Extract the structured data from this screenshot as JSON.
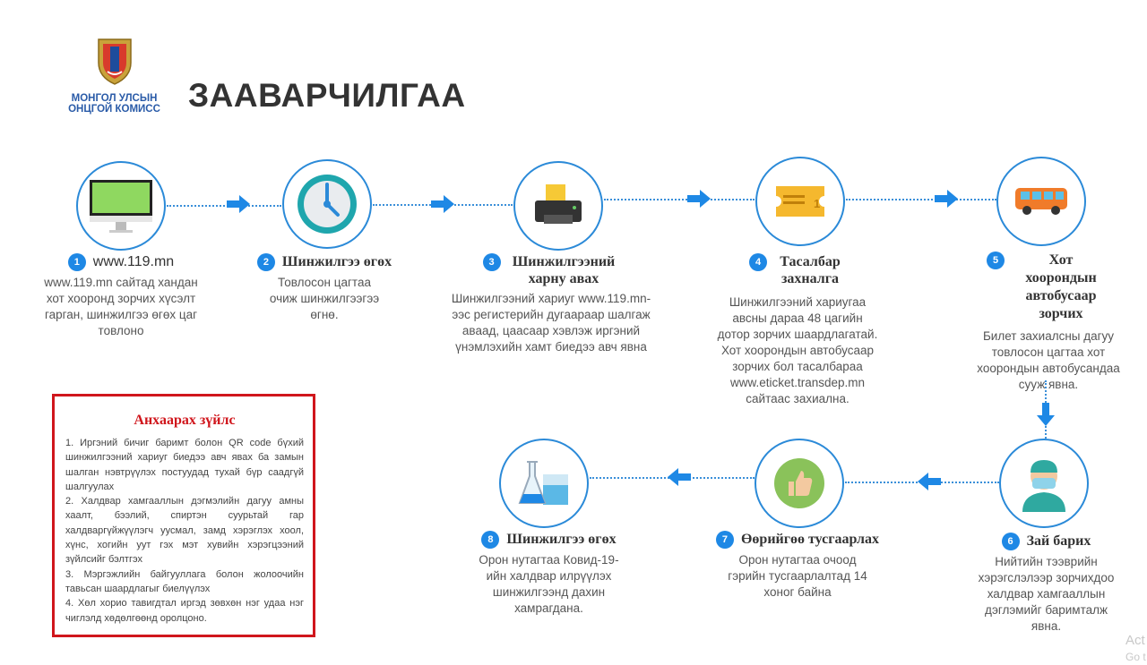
{
  "header": {
    "logo_text_line1": "МОНГОЛ УЛСЫН",
    "logo_text_line2": "ОНЦГОЙ КОМИСС",
    "title": "ЗААВАРЧИЛГАА"
  },
  "colors": {
    "accent": "#1e88e5",
    "circle_border": "#2b8ad8",
    "notice_red": "#d0161c",
    "title": "#333333"
  },
  "steps": [
    {
      "number": "1",
      "icon": "computer-monitor-icon",
      "title": "www.119.mn",
      "description": "www.119.mn сайтад хандан хот хооронд зорчих хүсэлт гарган, шинжилгээ өгөх цаг товлоно"
    },
    {
      "number": "2",
      "icon": "clock-icon",
      "title": "Шинжилгээ өгөх",
      "description": "Товлосон цагтаа очиж шинжилгээгээ өгнө."
    },
    {
      "number": "3",
      "icon": "printer-icon",
      "title": "Шинжилгээний харну авах",
      "description": "Шинжилгээний хариуг www.119.mn-ээс регистерийн дугаараар шалгаж аваад, цаасаар хэвлэж иргэний үнэмлэхийн хамт биедээ авч явна"
    },
    {
      "number": "4",
      "icon": "ticket-icon",
      "title": "Тасалбар захналга",
      "description": "Шинжилгээний хариугаа авсны дараа 48 цагийн дотор зорчих шаардлагатай. Хот хоорондын автобусаар зорчих бол тасалбараа www.eticket.transdep.mn сайтаас захиална."
    },
    {
      "number": "5",
      "icon": "bus-icon",
      "title": "Хот хоорондын автобусаар зорчих",
      "description": "Билет захиалсны дагуу товлосон цагтаа хот хоорондын автобусандаа сууж явна."
    },
    {
      "number": "6",
      "icon": "doctor-mask-icon",
      "title": "Зай барих",
      "description": "Нийтийн тээврийн хэрэгслэлээр зорчихдоо халдвар хамгааллын дэглэмийг баримталж явна."
    },
    {
      "number": "7",
      "icon": "thumbs-up-icon",
      "title": "Өөрийгөө тусгаарлах",
      "description": "Орон нутагтаа очоод гэрийн тусгаарлалтад 14 хоног байна"
    },
    {
      "number": "8",
      "icon": "lab-flask-icon",
      "title": "Шинжилгээ өгөх",
      "description": "Орон нутагтаа Ковид-19-ийн халдвар илрүүлэх шинжилгээнд дахин хамрагдана."
    }
  ],
  "notice": {
    "title": "Анхаарах зүйлс",
    "items": [
      "1. Иргэний бичиг баримт болон QR code бүхий шинжилгээний хариуг биедээ авч явах ба замын шалган нэвтрүүлэх постуудад тухай бүр саадгүй шалгуулах",
      "2. Халдвар хамгааллын дэгмэлийн дагуу амны хаалт, бээлий, спиртэн суурьтай гар халдваргүйжүүлэгч уусмал, замд хэрэглэх хоол, хүнс, хогийн уут гэх мэт хувийн хэрэгцээний зүйлсийг бэлтгэх",
      "3. Мэргэжлийн байгууллага болон жолоочийн тавьсан шаардлагыг биелүүлэх",
      "4. Хөл хорио тавигдтал иргэд зөвхөн нэг удаа нэг чиглэлд хөдөлгөөнд оролцоно."
    ]
  },
  "watermark": {
    "line1": "Act",
    "line2": "Go t"
  }
}
